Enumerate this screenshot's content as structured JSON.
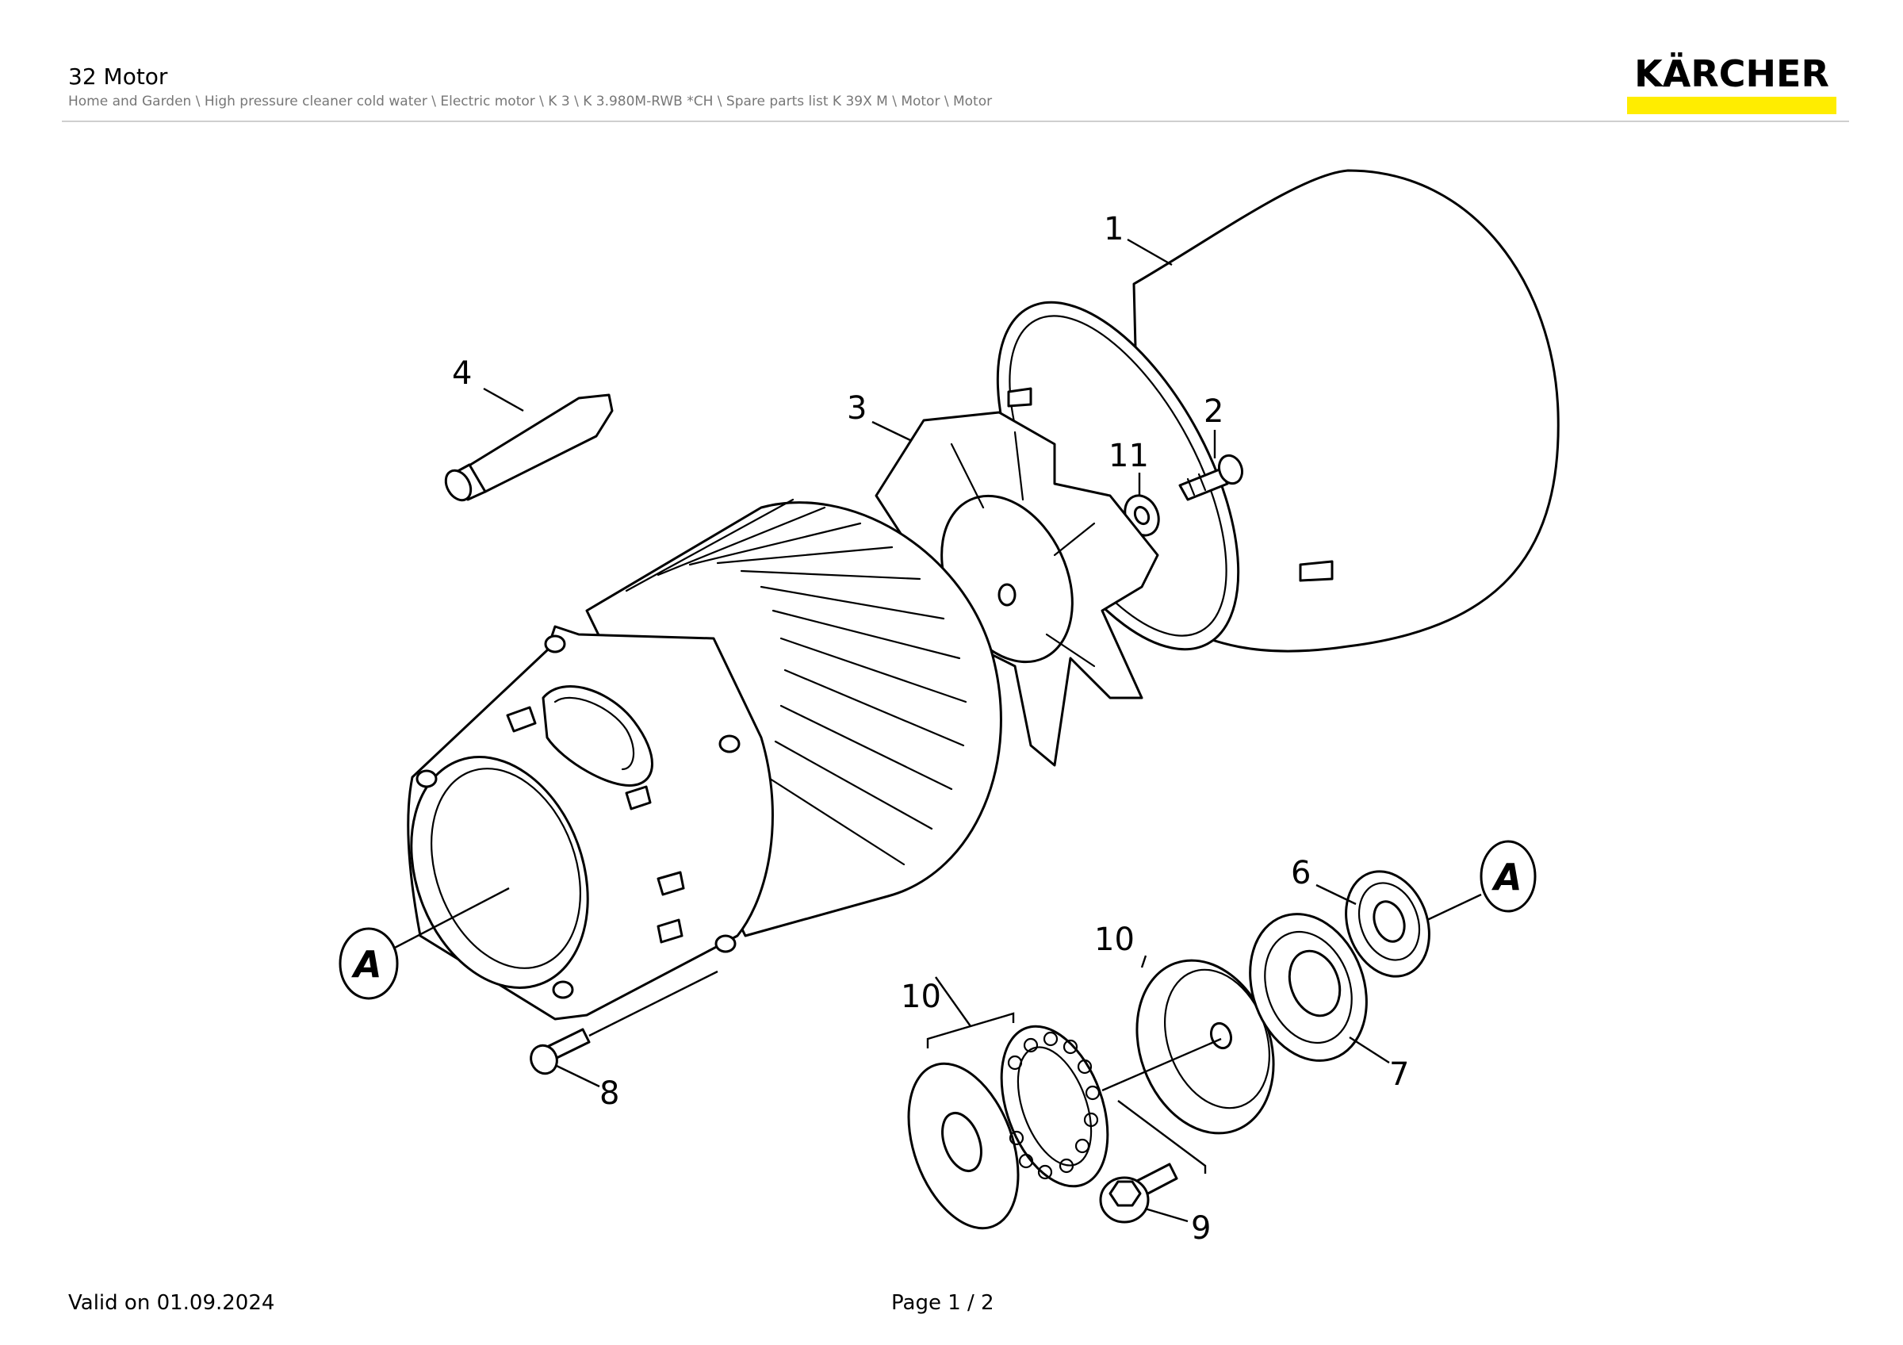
{
  "header": {
    "title": "32 Motor",
    "breadcrumb": "Home and Garden \\ High pressure cleaner cold water \\ Electric motor \\ K 3 \\ K 3.980M-RWB *CH \\ Spare parts list K 39X M \\ Motor \\ Motor"
  },
  "brand": {
    "logo_text": "KÄRCHER",
    "accent_color": "#ffed00"
  },
  "diagram": {
    "callouts": [
      "1",
      "2",
      "3",
      "4",
      "6",
      "7",
      "8",
      "9",
      "10",
      "10",
      "11"
    ],
    "reference_marker": "A"
  },
  "footer": {
    "valid_on": "Valid on 01.09.2024",
    "page": "Page 1 / 2"
  }
}
